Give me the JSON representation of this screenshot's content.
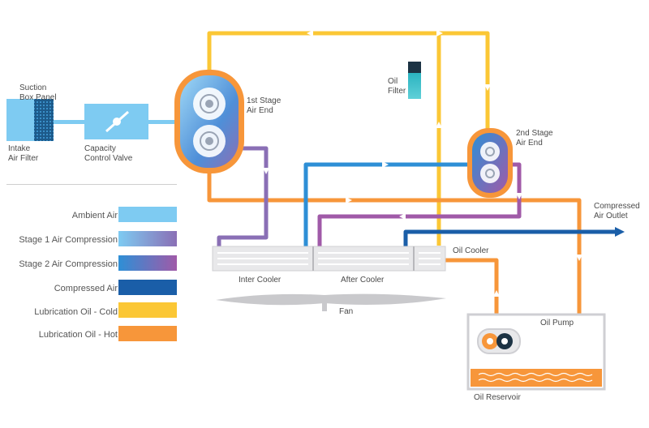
{
  "labels": {
    "suction_box_panel": [
      "Suction",
      "Box Panel"
    ],
    "intake_air_filter": [
      "Intake",
      "Air Filter"
    ],
    "capacity_control_valve": [
      "Capacity",
      "Control Valve"
    ],
    "first_stage_air_end": [
      "1st Stage",
      "Air End"
    ],
    "oil_filter": [
      "Oil",
      "Filter"
    ],
    "second_stage_air_end": [
      "2nd Stage",
      "Air End"
    ],
    "compressed_air_outlet": [
      "Compressed",
      "Air Outlet"
    ],
    "oil_cooler": "Oil Cooler",
    "inter_cooler": "Inter Cooler",
    "after_cooler": "After Cooler",
    "fan": "Fan",
    "oil_pump": "Oil Pump",
    "oil_reservoir": "Oil Reservoir"
  },
  "legend": [
    {
      "label": "Ambient Air",
      "colors": [
        "#7ecbf2",
        "#7ecbf2"
      ]
    },
    {
      "label": "Stage 1  Air Compression",
      "colors": [
        "#7ecbf2",
        "#8a6fb5"
      ]
    },
    {
      "label": "Stage 2  Air Compression",
      "colors": [
        "#2e8fd6",
        "#a05aa8"
      ]
    },
    {
      "label": "Compressed Air",
      "colors": [
        "#1a5ea8",
        "#1a5ea8"
      ]
    },
    {
      "label": "Lubrication Oil - Cold",
      "colors": [
        "#fbc735",
        "#fbc735"
      ]
    },
    {
      "label": "Lubrication Oil - Hot",
      "colors": [
        "#f7963a",
        "#f7963a"
      ]
    }
  ],
  "colors": {
    "ambient_air": "#7ecbf2",
    "stage1_purple": "#8a6fb5",
    "stage2_magenta": "#a05aa8",
    "compressed_air": "#1a5ea8",
    "compressed_air_light": "#2e8fd6",
    "oil_cold": "#fbc735",
    "oil_hot": "#f7963a"
  }
}
